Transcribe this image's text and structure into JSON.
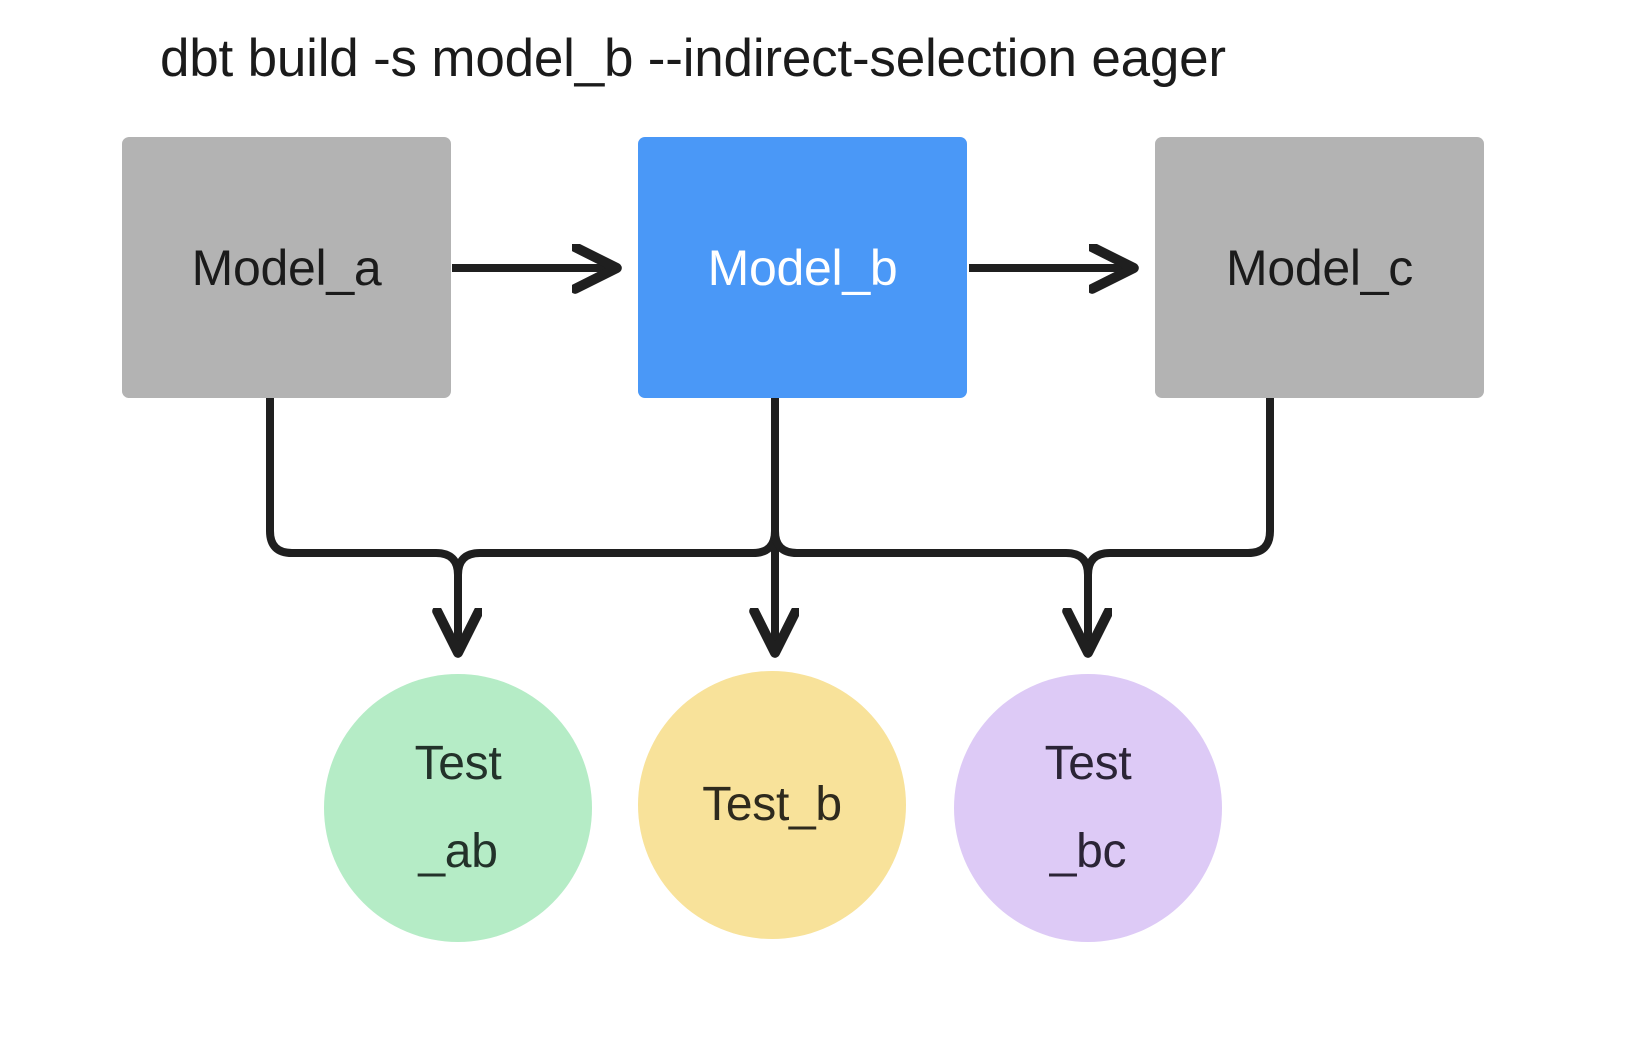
{
  "diagram": {
    "title": "dbt build -s model_b --indirect-selection eager",
    "background": "#ffffff",
    "edge_color": "#1f1f1f",
    "models": [
      {
        "id": "model_a",
        "label": "Model_a",
        "shape": "rectangle",
        "fill": "#b3b3b3",
        "text_color": "#1b1b1b",
        "selected": false
      },
      {
        "id": "model_b",
        "label": "Model_b",
        "shape": "rectangle",
        "fill": "#4a98f7",
        "text_color": "#ffffff",
        "selected": true
      },
      {
        "id": "model_c",
        "label": "Model_c",
        "shape": "rectangle",
        "fill": "#b3b3b3",
        "text_color": "#1b1b1b",
        "selected": false
      }
    ],
    "tests": [
      {
        "id": "test_ab",
        "label": "Test\n_ab",
        "shape": "circle",
        "fill": "#b5ecc6",
        "text_color": "#23322a",
        "parents": [
          "model_a",
          "model_b"
        ]
      },
      {
        "id": "test_b",
        "label": "Test_b",
        "shape": "circle",
        "fill": "#f8e29a",
        "text_color": "#2e2a1d",
        "parents": [
          "model_b"
        ]
      },
      {
        "id": "test_bc",
        "label": "Test\n_bc",
        "shape": "circle",
        "fill": "#ddcaf6",
        "text_color": "#2b2436",
        "parents": [
          "model_b",
          "model_c"
        ]
      }
    ],
    "edges": [
      {
        "from": "model_a",
        "to": "model_b",
        "kind": "model-to-model"
      },
      {
        "from": "model_b",
        "to": "model_c",
        "kind": "model-to-model"
      },
      {
        "from": "model_a",
        "to": "test_ab",
        "kind": "model-to-test"
      },
      {
        "from": "model_b",
        "to": "test_ab",
        "kind": "model-to-test"
      },
      {
        "from": "model_b",
        "to": "test_b",
        "kind": "model-to-test"
      },
      {
        "from": "model_b",
        "to": "test_bc",
        "kind": "model-to-test"
      },
      {
        "from": "model_c",
        "to": "test_bc",
        "kind": "model-to-test"
      }
    ]
  }
}
